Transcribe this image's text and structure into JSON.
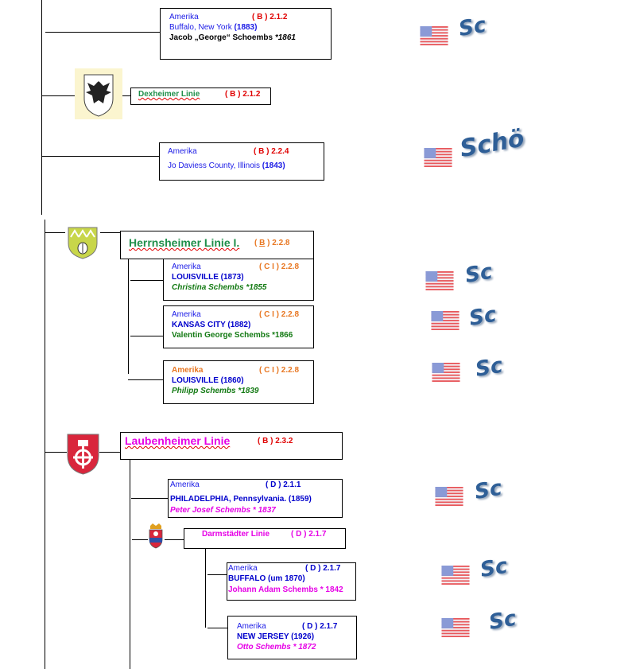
{
  "colors": {
    "blue": "#1a1ae6",
    "red": "#e00000",
    "green": "#1f8f4a",
    "magenta": "#e600e6",
    "orange": "#e87722",
    "logo": "#2f5f97"
  },
  "logo_texts": {
    "short": "Sc",
    "long": "Schö"
  },
  "boxes": {
    "b1": {
      "country": "Amerika",
      "code": "( B ) 2.1.2",
      "place_a": "Buffalo, New York ",
      "place_year": "(1883)",
      "person": "Jacob „George“ Schoembs ",
      "birth": "*1861"
    },
    "dex": {
      "title": "Dexheimer Linie",
      "code": "( B ) 2.1.2"
    },
    "b2": {
      "country": "Amerika",
      "code": "( B ) 2.2.4",
      "place_a": "Jo Daviess County,  Illinois ",
      "place_year": "(1843)"
    },
    "herr": {
      "title": "Herrnsheimer Linie I.",
      "code_b": "B",
      "code_num": " 2.2.8"
    },
    "h1": {
      "country": "Amerika",
      "code": "( C I ) 2.2.8",
      "place": "LOUISVILLE (1873)",
      "person": "Christina Schembs *1855"
    },
    "h2": {
      "country": "Amerika",
      "code": "( C I ) 2.2.8",
      "place": "KANSAS CITY (1882)",
      "person": "Valentin George Schembs *1866"
    },
    "h3": {
      "country": "Amerika",
      "code": "( C I ) 2.2.8",
      "place": "LOUISVILLE (1860)",
      "person": "Philipp Schembs *1839"
    },
    "laub": {
      "title": "Laubenheimer Linie",
      "code": "( B ) 2.3.2"
    },
    "l1": {
      "country": "Amerika",
      "code": "( D ) 2.1.1",
      "place": "PHILADELPHIA, Pennsylvania. (1859)",
      "person": "Peter Josef Schembs * 1837"
    },
    "darm": {
      "title": "Darmstädter Linie",
      "code": "( D ) 2.1.7"
    },
    "d1": {
      "country": "Amerika",
      "code": "( D ) 2.1.7",
      "place": "BUFFALO (um 1870)",
      "person": "Johann Adam Schembs * 1842"
    },
    "d2": {
      "country": "Amerika",
      "code": "( D ) 2.1.7",
      "place": "NEW JERSEY (1926)",
      "person": "Otto Schembs * 1872"
    }
  }
}
